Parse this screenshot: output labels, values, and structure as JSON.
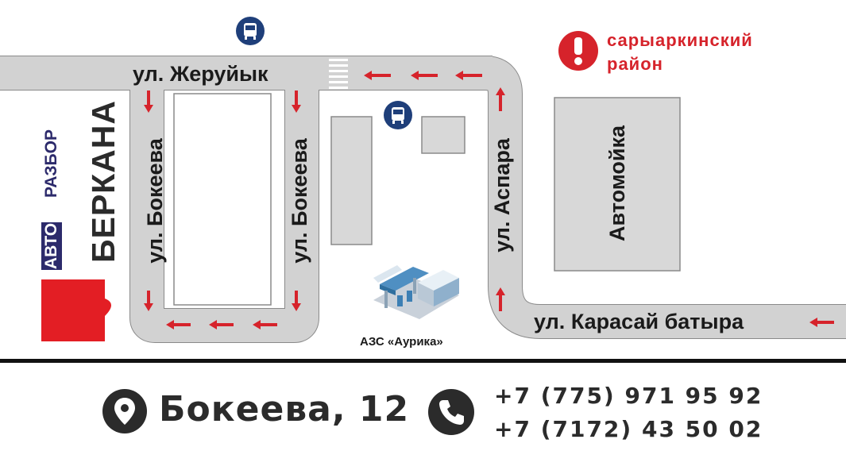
{
  "streets": {
    "zheruyik": "ул. Жеруйык",
    "bokeeva_left": "ул. Бокеева",
    "bokeeva_right": "ул. Бокеева",
    "aspara": "ул. Аспара",
    "karasay": "ул. Карасай батыра"
  },
  "places": {
    "carwash": "Автомойка",
    "gas_station": "АЗС «Аурика»"
  },
  "district": {
    "line1": "сарыаркинский",
    "line2": "район"
  },
  "logo": {
    "prefix": "АВТО",
    "word": "РАЗБОР",
    "brand": "БЕРКАНА"
  },
  "contact": {
    "address": "Бокеева, 12",
    "phone1": "+7 (775) 971 95 92",
    "phone2": "+7 (7172) 43 50 02"
  },
  "colors": {
    "road": "#d2d2d2",
    "road_edge": "#8a8a8a",
    "building": "#d8d8d8",
    "arrow": "#d6232b",
    "bus_icon": "#1f3f7a",
    "logo_red": "#e31e24",
    "logo_navy": "#2c2a6b"
  },
  "icons": [
    "bus-stop-icon",
    "alert-icon",
    "location-pin-icon",
    "phone-icon",
    "gas-station-icon"
  ]
}
